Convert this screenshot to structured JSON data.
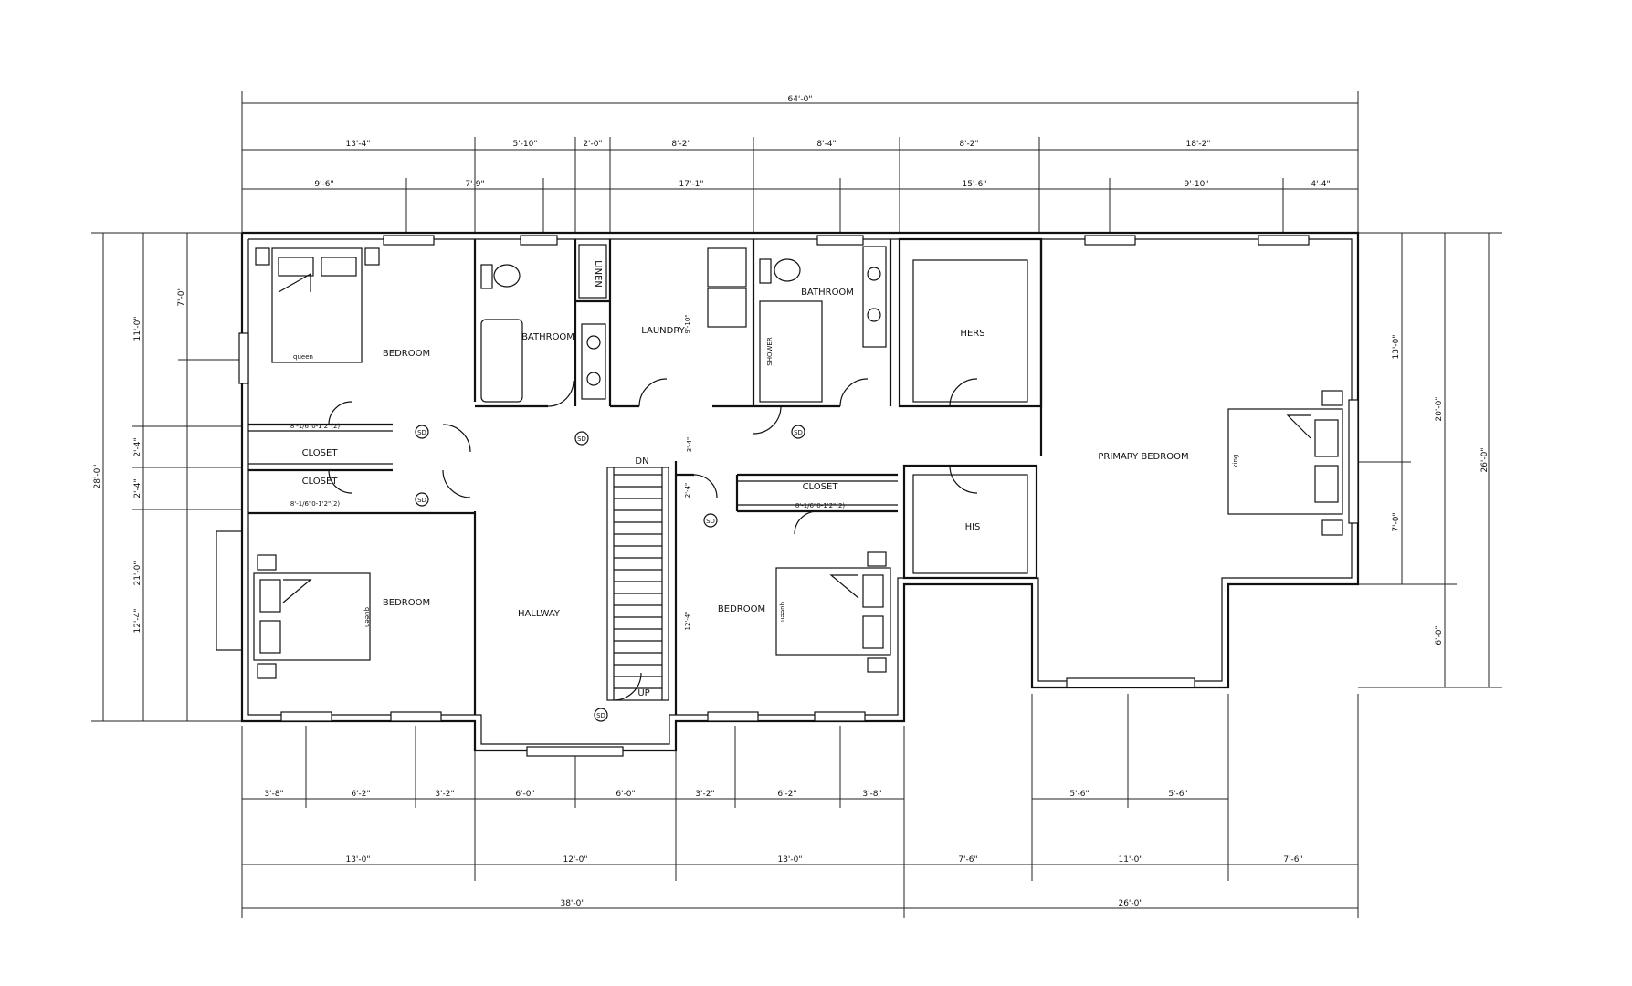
{
  "rooms": {
    "bedroom_nw": "BEDROOM",
    "bedroom_sw": "BEDROOM",
    "bedroom_center": "BEDROOM",
    "bathroom_1": "BATHROOM",
    "bathroom_2": "BATHROOM",
    "linen": "LINEN",
    "laundry": "LAUNDRY",
    "hers": "HERS",
    "his": "HIS",
    "primary_bedroom": "PRIMARY BEDROOM",
    "hallway": "HALLWAY",
    "closet_1": "CLOSET",
    "closet_2": "CLOSET",
    "closet_3": "CLOSET"
  },
  "fixtures": {
    "bed_queen_1": "queen",
    "bed_queen_2": "queen",
    "bed_queen_3": "queen",
    "bed_king": "king",
    "stair_down": "DN",
    "stair_up": "UP",
    "smoke_detector": "SD",
    "shower": "SHOWER"
  },
  "dimensions": {
    "top_overall": "64'-0\"",
    "top_row2": [
      "13'-4\"",
      "5'-10\"",
      "2'-0\"",
      "8'-2\"",
      "8'-4\"",
      "8'-2\"",
      "18'-2\""
    ],
    "top_row3": [
      "9'-6\"",
      "7'-9\"",
      "17'-1\"",
      "15'-6\"",
      "9'-10\"",
      "4'-4\""
    ],
    "bottom_row1": [
      "3'-8\"",
      "6'-2\"",
      "3'-2\"",
      "6'-0\"",
      "6'-0\"",
      "3'-2\"",
      "6'-2\"",
      "3'-8\"",
      "5'-6\"",
      "5'-6\""
    ],
    "bottom_row2": [
      "13'-0\"",
      "12'-0\"",
      "13'-0\"",
      "7'-6\"",
      "11'-0\"",
      "7'-6\""
    ],
    "bottom_overall": [
      "38'-0\"",
      "26'-0\""
    ],
    "left_overall": "28'-0\"",
    "left_mid": [
      "11'-0\"",
      "21'-0\""
    ],
    "left_inner": [
      "7'-0\"",
      "2'-4\"",
      "2'-4\"",
      "12'-4\""
    ],
    "right_overall": "26'-0\"",
    "right_mid": "20'-0\"",
    "right_inner": [
      "13'-0\"",
      "7'-0\"",
      "6'-0\""
    ],
    "interior": [
      "9'-10\"",
      "3'-4\"",
      "2'-4\"",
      "12'-4\""
    ],
    "door_labels": [
      "8'-1/6\"0-1'2\"(2)",
      "8'-1/6\"0-1'2\"(2)",
      "8'-1/6\"0-1'2\"(2)"
    ]
  }
}
